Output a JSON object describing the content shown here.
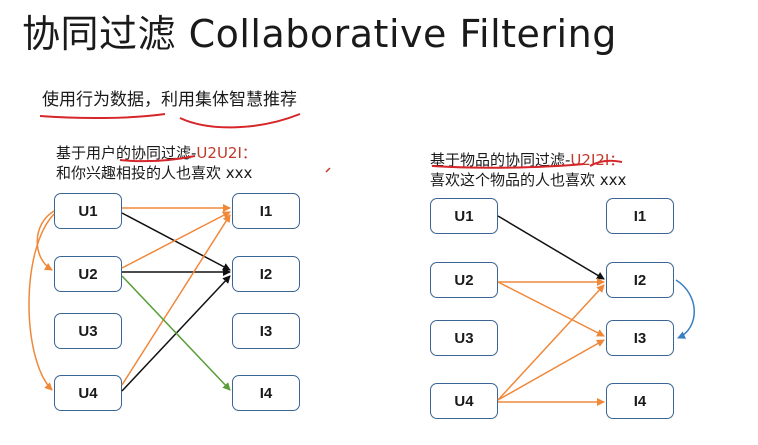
{
  "title": "协同过滤 Collaborative Filtering",
  "subtitle": "使用行为数据，利用集体智慧推荐",
  "left": {
    "heading_prefix": "基于用户的协同过滤-",
    "heading_code": "U2U2I：",
    "heading_line2": "和你兴趣相投的人也喜欢 xxx",
    "users": [
      "U1",
      "U2",
      "U3",
      "U4"
    ],
    "items": [
      "I1",
      "I2",
      "I3",
      "I4"
    ]
  },
  "right": {
    "heading_prefix": "基于物品的协同过滤-",
    "heading_code": "U2I2I：",
    "heading_line2": "喜欢这个物品的人也喜欢 xxx",
    "users": [
      "U1",
      "U2",
      "U3",
      "U4"
    ],
    "items": [
      "I1",
      "I2",
      "I3",
      "I4"
    ]
  },
  "colors": {
    "node_border": "#3a6595",
    "orange": "#f0883a",
    "green": "#5a9e3a",
    "black": "#111111",
    "blue": "#3a7fc1",
    "annotation_red": "#d6262a"
  }
}
